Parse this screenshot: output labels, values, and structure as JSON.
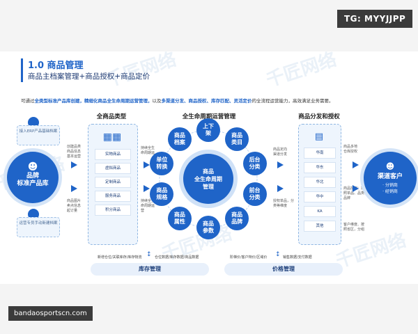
{
  "top_tag": "TG: MYYJJPP",
  "heading": {
    "title": "1.0 商品管理",
    "subtitle": "商品主档案管理+商品授权+商品定价"
  },
  "intro": {
    "prefix": "可通过",
    "em1": "全类型标准产品库创建，",
    "em2": "精细化商品全生命周期运营管理，",
    "mid": "以及",
    "em3": "多渠道分发、商品授权、库存匹配、灵活定价",
    "suffix": "的全流程运营能力，高效满足业务需要。"
  },
  "left": {
    "top_card": "接入ERP产品基础档案",
    "main": "品牌\n标准产品库",
    "bottom_card": "运营专员手动新建档案",
    "note_top": "创建品类\n商品信息\n基本运营",
    "note_bottom": "商品图片\n卖点信息\n起订量"
  },
  "all_types": {
    "title": "全商品类型",
    "items": [
      "实物商品",
      "虚拟商品",
      "定制商品",
      "服务商品",
      "积分商品"
    ],
    "note_top": "持续全生\n命周期运",
    "note_bottom": "持续全生\n命周期运\n营"
  },
  "lifecycle": {
    "title": "全生命周期运营管理",
    "center": "商品\n全生命周期\n管理",
    "nodes": [
      "上下\n架",
      "商品\n类目",
      "后台\n分类",
      "前台\n分类",
      "商品\n品牌",
      "商品\n参数",
      "商品\n属性",
      "商品\n规格",
      "单位\n转换",
      "商品\n档案"
    ]
  },
  "distribution": {
    "title": "商品分发和授权",
    "items": [
      "华南",
      "华东",
      "华北",
      "华中",
      "KA",
      "其他"
    ],
    "note_left_top": "商品定向\n渠道分发",
    "note_left_bottom": "授权单品，分\n类等维度",
    "note_right_top": "商品多地\n仓库授权",
    "note_right_mid": "商品授权：按\n照单品、品类、\n品牌",
    "note_right_bottom": "客户维度、按\n照省区，分组"
  },
  "channel": {
    "title": "渠道客户",
    "sub1": "· 分销商",
    "sub2": "· 经销商"
  },
  "inventory": {
    "note": "新增仓位/关联库存/库存物流",
    "note2": "仓位数据/库存数据/商品数据",
    "title": "库存管理"
  },
  "pricing": {
    "note": "阶梯价/客户特价/区域价",
    "note2": "销售数据/支付数据",
    "title": "价格管理"
  },
  "watermark": "千匠网络",
  "footer_site": "bandaosportscn.com",
  "colors": {
    "primary": "#1f64c8",
    "light": "#eef5fd"
  }
}
